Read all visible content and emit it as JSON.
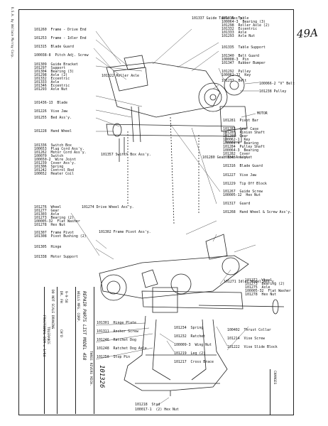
{
  "sheet": {
    "handwritten_number": "49A"
  },
  "stamp": {
    "text": "U.S.A. by Wallace Murray Corp."
  },
  "left_upper": [
    {
      "num": "101260",
      "name": "Frame - Drive End"
    },
    {
      "num": "101253",
      "name": "Frame - Idler End"
    },
    {
      "num": "101315",
      "name": "Blade Guard"
    },
    {
      "num": "100038-8",
      "name": "Pitch Adj. Screw"
    },
    {
      "num": "101309",
      "name": "Guide Bracket"
    },
    {
      "num": "101297",
      "name": "Support"
    },
    {
      "num": "101304",
      "name": "Bearing (3)"
    },
    {
      "num": "101298",
      "name": "Axle (2)"
    },
    {
      "num": "101332",
      "name": "Eccentric"
    },
    {
      "num": "101333",
      "name": "Axle"
    },
    {
      "num": "101346",
      "name": "Eccentric"
    },
    {
      "num": "101293",
      "name": "Axle Nut"
    },
    {
      "num": "101436-13",
      "name": "Blade"
    },
    {
      "num": "101226",
      "name": "Vise Jaw"
    },
    {
      "num": "101255",
      "name": "Bed Ass'y."
    },
    {
      "num": "101228",
      "name": "Hand Wheel"
    },
    {
      "num": "101336",
      "name": "Switch Box"
    },
    {
      "num": "100653",
      "name": "Plug Cord Ass'y."
    },
    {
      "num": "101262",
      "name": "Motor Cord Ass'y."
    },
    {
      "num": "100070",
      "name": "Switch"
    },
    {
      "num": "100650-2",
      "name": "Wire Joint"
    },
    {
      "num": "101239",
      "name": "Cover Ass'y."
    },
    {
      "num": "101306",
      "name": "Spring"
    },
    {
      "num": "101242",
      "name": "Control Rod"
    },
    {
      "num": "100652",
      "name": "Heater Coil"
    }
  ],
  "left_upper_callouts": {
    "roller_axle": "101322 Roller Axle",
    "switch_box": "101357 Switch Box Ass'y."
  },
  "left_lower": [
    {
      "num": "101276",
      "name": "Wheel"
    },
    {
      "num": "101277",
      "name": "Gear"
    },
    {
      "num": "101303",
      "name": "Axle"
    },
    {
      "num": "101273",
      "name": "Bearing (2)"
    },
    {
      "num": "100005-32",
      "name": "Flat Washer"
    },
    {
      "num": "101278",
      "name": "Hex Nut"
    },
    {
      "num": "101307",
      "name": "Frame Pivot"
    },
    {
      "num": "101308",
      "name": "Pivot Bushing (2)"
    },
    {
      "num": "101305",
      "name": "Hinge"
    },
    {
      "num": "101338",
      "name": "Motor Support"
    }
  ],
  "left_lower_callouts": {
    "drive_wheel": "101274 Drive Wheel Ass'y.",
    "frame_pivot": "101302 Frame Pivot Ass'y."
  },
  "right_upper": [
    {
      "num": "101335",
      "name": "Table"
    },
    {
      "num": "100064-3",
      "name": "Bearing (3)"
    },
    {
      "num": "101298",
      "name": "Roller Axle (2)"
    },
    {
      "num": "101332",
      "name": "Eccentric"
    },
    {
      "num": "101333",
      "name": "Axle"
    },
    {
      "num": "101293",
      "name": "Axle Nut"
    },
    {
      "num": "101335",
      "name": "Table Support"
    },
    {
      "num": "101340",
      "name": "Belt Guard"
    },
    {
      "num": "100008-3",
      "name": "Pin"
    },
    {
      "num": "101347",
      "name": "Rubber Bumper"
    },
    {
      "num": "101292",
      "name": "Pulley"
    },
    {
      "num": "100062-12",
      "name": "Key"
    },
    {
      "num": "101237",
      "name": "Belt"
    }
  ],
  "right_upper_callouts": {
    "table_assy": "101337 Guide Table Ass'y.",
    "v_belt": "100066-2 \"V\" Belt",
    "pulley": "101238 Pulley",
    "motor": "MOTOR",
    "gear_box": "101280 Gear Box Ass'y."
  },
  "right_middle": [
    {
      "num": "101281",
      "name": "Pivot Bar"
    },
    {
      "num": "101283",
      "name": "Gear Case"
    },
    {
      "num": "101285",
      "name": "Pinion Shaft"
    },
    {
      "num": "101286",
      "name": "Gear"
    },
    {
      "num": "100062-1",
      "name": "Key"
    },
    {
      "num": "100064-4",
      "name": "Bearing"
    },
    {
      "num": "101284",
      "name": "Pulley Shaft"
    },
    {
      "num": "100064-3",
      "name": "Bearing"
    },
    {
      "num": "101282",
      "name": "Cover"
    },
    {
      "num": "101348",
      "name": "Gasket"
    },
    {
      "num": "101316",
      "name": "Blade Guard"
    },
    {
      "num": "101227",
      "name": "Vise Jaw"
    },
    {
      "num": "101229",
      "name": "Tip Off Block"
    },
    {
      "num": "101267",
      "name": "Guide Screw"
    },
    {
      "num": "100005-12",
      "name": "Hex Nut"
    },
    {
      "num": "101317",
      "name": "Guard"
    },
    {
      "num": "101268",
      "name": "Hand Wheel & Screw Ass'y."
    }
  ],
  "right_lower": [
    {
      "num": "101272",
      "name": "Wheel"
    },
    {
      "num": "101273",
      "name": "Bearing (2)"
    },
    {
      "num": "101275",
      "name": "Axle"
    },
    {
      "num": "100005-32",
      "name": "Flat Washer"
    },
    {
      "num": "101278",
      "name": "Hex Nut"
    }
  ],
  "right_lower_callouts": {
    "idler_wheel": "101271 Idler Wheel Ass'y."
  },
  "bottom_center": [
    {
      "num": "101301",
      "name": "Hinge Plate"
    },
    {
      "num": "101311",
      "name": "Anchor Screw"
    },
    {
      "num": "101246",
      "name": "Ratchet Dog"
    },
    {
      "num": "101248",
      "name": "Ratchet Dog Axle"
    },
    {
      "num": "101250",
      "name": "Stop Pin"
    }
  ],
  "bottom_inner": [
    {
      "num": "101234",
      "name": "Spring"
    },
    {
      "num": "101232",
      "name": "Ratchet"
    },
    {
      "num": "100009-3",
      "name": "Wing Nut"
    },
    {
      "num": "101219",
      "name": "Leg (2)"
    },
    {
      "num": "101217",
      "name": "Cross Brace"
    }
  ],
  "bottom_right": [
    {
      "num": "100402",
      "name": "Thrust Collar"
    },
    {
      "num": "101214",
      "name": "Vise Screw"
    },
    {
      "num": "101222",
      "name": "Vise Slide Block"
    }
  ],
  "bottom_stud": [
    {
      "num": "101218",
      "name": "Stud"
    },
    {
      "num": "100017-1",
      "name": "(2) Hex Nut"
    }
  ],
  "titleblock": {
    "company": "WELLS MFG. CORP.",
    "title": "REPAIR PARTS LIST MODEL 458",
    "dwg_no": "101326",
    "note1": "DO NOT SCALE DRAWING",
    "note2": "TOLERANCE",
    "note3": "FRACTIONAL DIM ± 1/64",
    "drawn": "DR. FH",
    "checked": "CH'D",
    "date": "9-9-58",
    "changes": "CHANGES",
    "rev": "THREE RIVERS MICH."
  }
}
